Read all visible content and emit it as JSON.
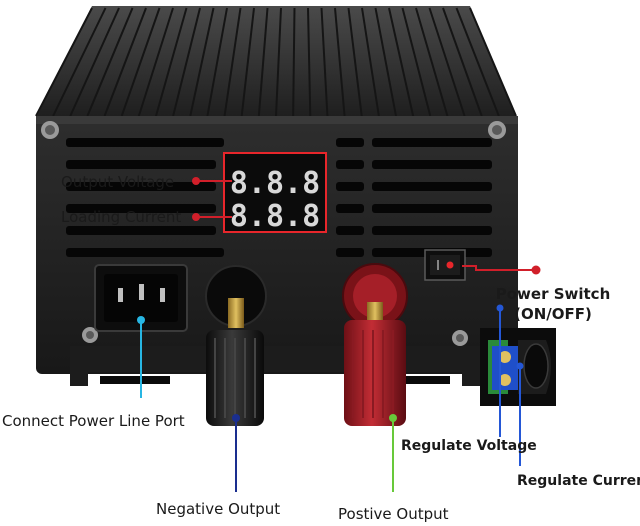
{
  "display": {
    "top_digits": "8.8.8",
    "bottom_digits": "8.8.8"
  },
  "labels": {
    "output_voltage": "Output Voltage",
    "loading_current": "Loading Current",
    "power_switch_line1": "Power Switch",
    "power_switch_line2": "(ON/OFF)",
    "connect_power_line_port": "Connect Power Line Port",
    "regulate_voltage": "Regulate Voltage",
    "regulate_current": "Regulate Current",
    "negative_output": "Negative Output",
    "positive_output": "Postive Output"
  },
  "colors": {
    "housing": "#2a2a2a",
    "led_red": "#e8262b",
    "leader_red": "#d11f2a",
    "leader_cyan": "#27b6e3",
    "leader_navy": "#1a2e8f",
    "leader_green": "#68c93a",
    "leader_blue": "#2457d6",
    "terminal_red": "#b0242c",
    "pot_blue": "#1f4fc9"
  }
}
